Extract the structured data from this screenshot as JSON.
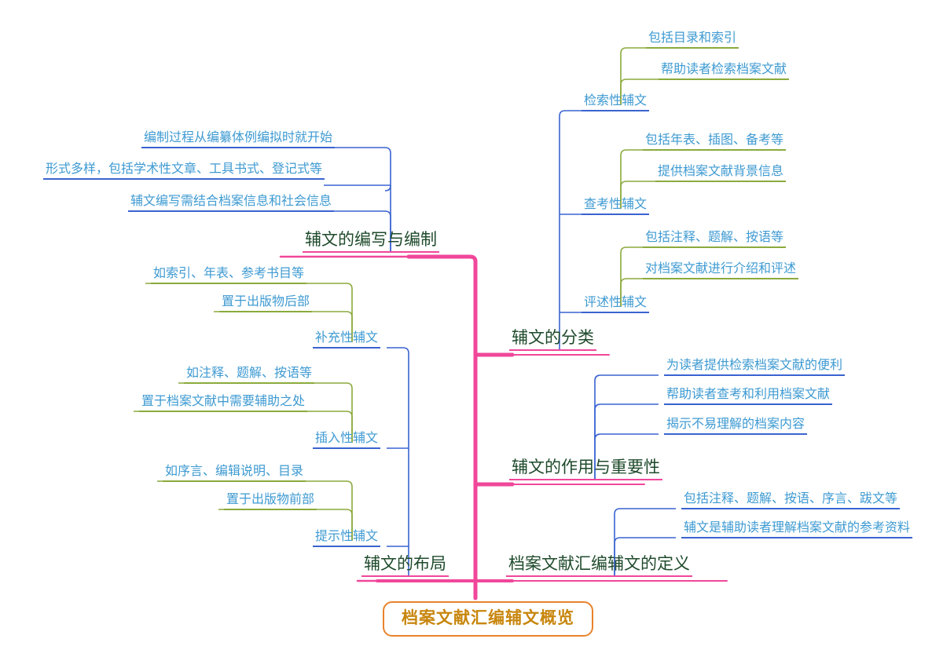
{
  "title": "档案文献汇编辅文概览",
  "colors": {
    "root_border": "#E8832B",
    "root_text": "#C8860D",
    "trunk_pink": "#F0479A",
    "level1_text": "#1E4A2B",
    "level2_text": "#3E9AD2",
    "level2_line": "#3A63D0",
    "level3_line": "#8BAA3D",
    "background": "#FFFFFF"
  },
  "root": {
    "label": "档案文献汇编辅文概览"
  },
  "branches": [
    {
      "id": "bianxie",
      "label": "辅文的编写与编制",
      "side": "left",
      "children": [
        {
          "label": "编制过程从编纂体例编拟时就开始",
          "children": []
        },
        {
          "label": "形式多样，包括学术性文章、工具书式、登记式等",
          "children": []
        },
        {
          "label": "辅文编写需结合档案信息和社会信息",
          "children": []
        }
      ]
    },
    {
      "id": "fenlei",
      "label": "辅文的分类",
      "side": "right",
      "children": [
        {
          "label": "检索性辅文",
          "children": [
            {
              "label": "包括目录和索引"
            },
            {
              "label": "帮助读者检索档案文献"
            }
          ]
        },
        {
          "label": "查考性辅文",
          "children": [
            {
              "label": "包括年表、插图、备考等"
            },
            {
              "label": "提供档案文献背景信息"
            }
          ]
        },
        {
          "label": "评述性辅文",
          "children": [
            {
              "label": "包括注释、题解、按语等"
            },
            {
              "label": "对档案文献进行介绍和评述"
            }
          ]
        }
      ]
    },
    {
      "id": "buju",
      "label": "辅文的布局",
      "side": "left",
      "children": [
        {
          "label": "补充性辅文",
          "children": [
            {
              "label": "如索引、年表、参考书目等"
            },
            {
              "label": "置于出版物后部"
            }
          ]
        },
        {
          "label": "插入性辅文",
          "children": [
            {
              "label": "如注释、题解、按语等"
            },
            {
              "label": "置于档案文献中需要辅助之处"
            }
          ]
        },
        {
          "label": "提示性辅文",
          "children": [
            {
              "label": "如序言、编辑说明、目录"
            },
            {
              "label": "置于出版物前部"
            }
          ]
        }
      ]
    },
    {
      "id": "zuoyong",
      "label": "辅文的作用与重要性",
      "side": "right",
      "children": [
        {
          "label": "为读者提供检索档案文献的便利",
          "children": []
        },
        {
          "label": "帮助读者查考和利用档案文献",
          "children": []
        },
        {
          "label": "揭示不易理解的档案内容",
          "children": []
        }
      ]
    },
    {
      "id": "dingyi",
      "label": "档案文献汇编辅文的定义",
      "side": "right",
      "children": [
        {
          "label": "包括注释、题解、按语、序言、跋文等",
          "children": []
        },
        {
          "label": "辅文是辅助读者理解档案文献的参考资料",
          "children": []
        }
      ]
    }
  ],
  "nodes": {
    "root": {
      "label": "档案文献汇编辅文概览"
    },
    "b_bianxie": {
      "label": "辅文的编写与编制"
    },
    "b_fenlei": {
      "label": "辅文的分类"
    },
    "b_buju": {
      "label": "辅文的布局"
    },
    "b_zuoyong": {
      "label": "辅文的作用与重要性"
    },
    "b_dingyi": {
      "label": "档案文献汇编辅文的定义"
    },
    "bx_1": {
      "label": "编制过程从编纂体例编拟时就开始"
    },
    "bx_2": {
      "label": "形式多样，包括学术性文章、工具书式、登记式等"
    },
    "bx_3": {
      "label": "辅文编写需结合档案信息和社会信息"
    },
    "fl_1": {
      "label": "检索性辅文"
    },
    "fl_1a": {
      "label": "包括目录和索引"
    },
    "fl_1b": {
      "label": "帮助读者检索档案文献"
    },
    "fl_2": {
      "label": "查考性辅文"
    },
    "fl_2a": {
      "label": "包括年表、插图、备考等"
    },
    "fl_2b": {
      "label": "提供档案文献背景信息"
    },
    "fl_3": {
      "label": "评述性辅文"
    },
    "fl_3a": {
      "label": "包括注释、题解、按语等"
    },
    "fl_3b": {
      "label": "对档案文献进行介绍和评述"
    },
    "bj_1": {
      "label": "补充性辅文"
    },
    "bj_1a": {
      "label": "如索引、年表、参考书目等"
    },
    "bj_1b": {
      "label": "置于出版物后部"
    },
    "bj_2": {
      "label": "插入性辅文"
    },
    "bj_2a": {
      "label": "如注释、题解、按语等"
    },
    "bj_2b": {
      "label": "置于档案文献中需要辅助之处"
    },
    "bj_3": {
      "label": "提示性辅文"
    },
    "bj_3a": {
      "label": "如序言、编辑说明、目录"
    },
    "bj_3b": {
      "label": "置于出版物前部"
    },
    "zy_1": {
      "label": "为读者提供检索档案文献的便利"
    },
    "zy_2": {
      "label": "帮助读者查考和利用档案文献"
    },
    "zy_3": {
      "label": "揭示不易理解的档案内容"
    },
    "dy_1": {
      "label": "包括注释、题解、按语、序言、跋文等"
    },
    "dy_2": {
      "label": "辅文是辅助读者理解档案文献的参考资料"
    }
  }
}
